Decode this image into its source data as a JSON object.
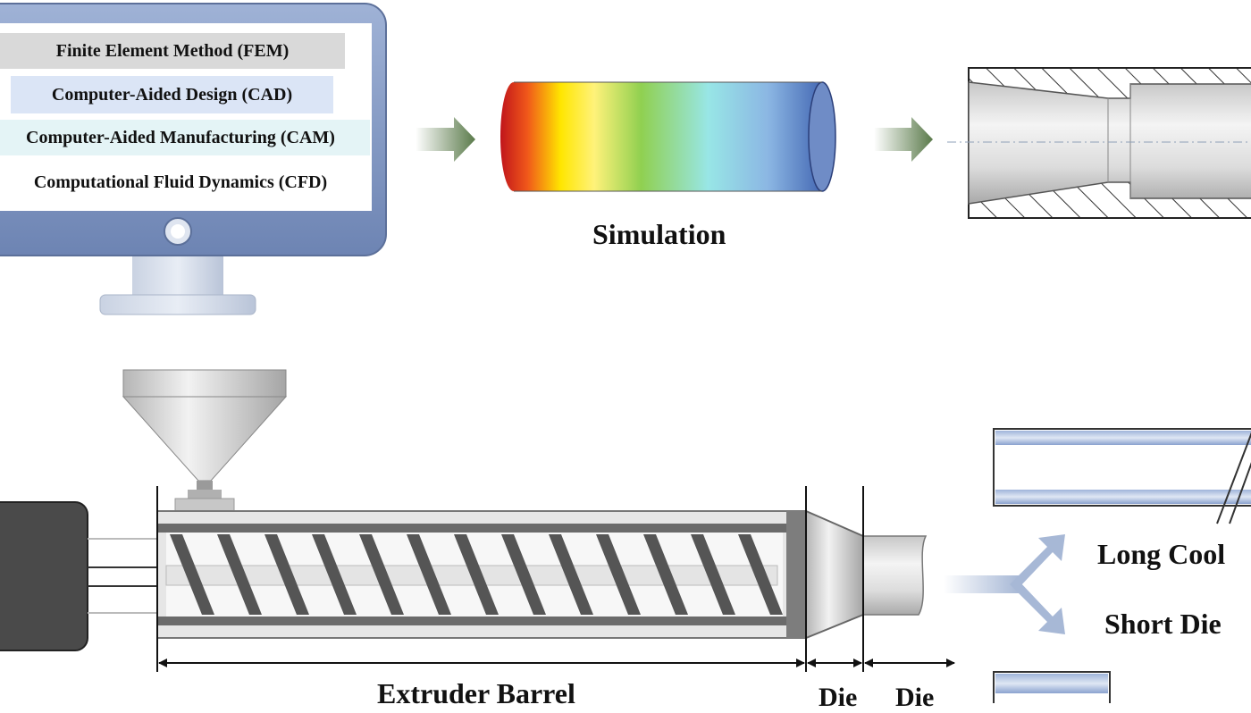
{
  "monitor": {
    "tools": [
      "Finite Element Method (FEM)",
      "Computer-Aided Design (CAD)",
      "Computer-Aided Manufacturing (CAM)",
      "Computational Fluid Dynamics (CFD)"
    ],
    "row_colors": [
      "#d9d9d9",
      "#dbe5f6",
      "#e4f4f6",
      "#ffffff"
    ]
  },
  "simulation": {
    "label": "Simulation"
  },
  "extruder": {
    "barrel_label": "Extruder Barrel",
    "die_label": "Die",
    "die_label_2": "Die"
  },
  "outputs": {
    "long_label": "Long Cool",
    "short_label": "Short Die"
  },
  "colors": {
    "frame": "#7f95c0",
    "arrow": "#5a7a4a",
    "screw": "#555555",
    "branch_arrow": "#a7b8d6"
  }
}
